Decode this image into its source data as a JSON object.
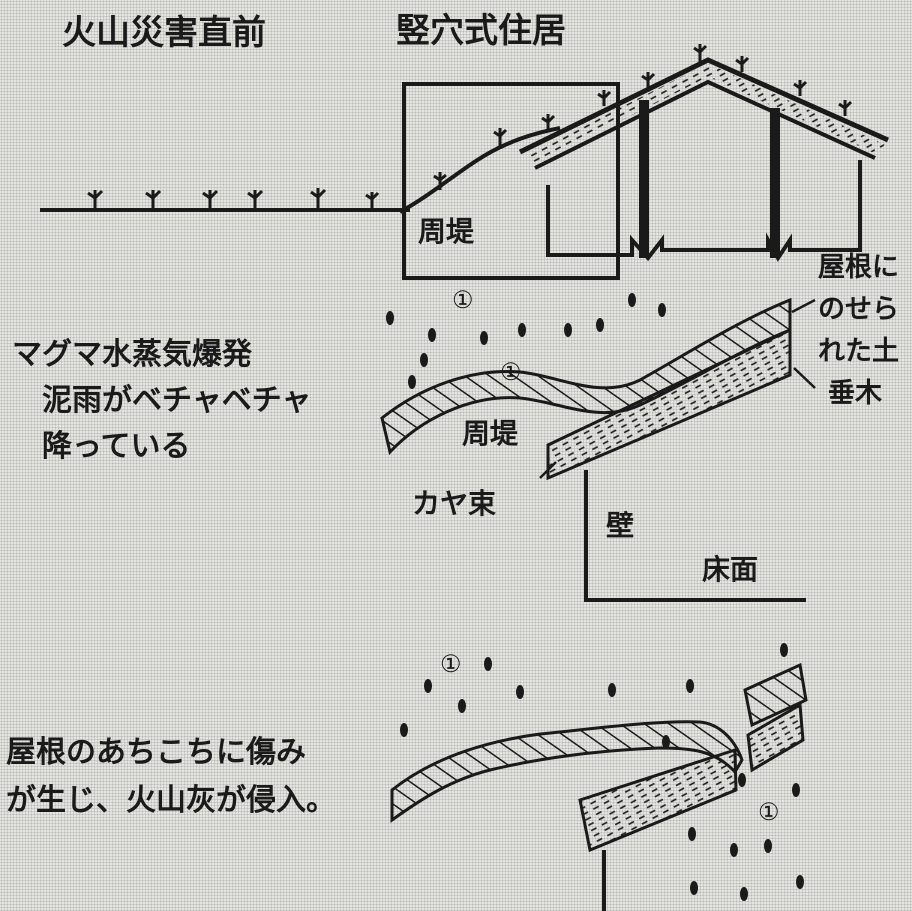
{
  "titles": {
    "before_disaster": "火山災害直前",
    "pit_dwelling": "竪穴式住居"
  },
  "top_panel": {
    "embankment": "周堤",
    "marker": "①"
  },
  "middle_panel": {
    "caption_lines": [
      "マグマ水蒸気爆発",
      "泥雨がベチャベチャ",
      "降っている"
    ],
    "roof_soil_lines": [
      "屋根に",
      "のせら",
      "れた土"
    ],
    "rafter": "垂木",
    "embankment": "周堤",
    "thatch_bundle": "カヤ束",
    "wall": "壁",
    "floor": "床面",
    "marker": "①"
  },
  "bottom_panel": {
    "caption_lines": [
      "屋根のあちこちに傷み",
      "が生じ、火山灰が侵入。"
    ],
    "marker_top": "①",
    "marker_right": "①"
  }
}
